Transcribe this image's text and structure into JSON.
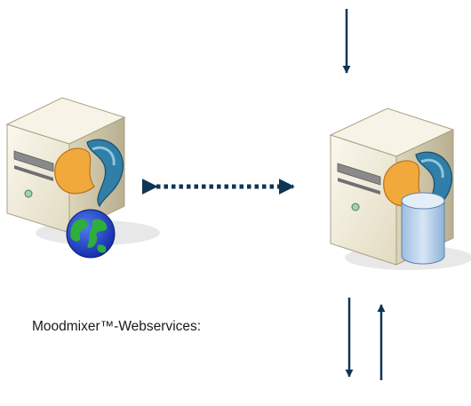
{
  "diagram": {
    "label_text": "Moodmixer™-Webservices:",
    "nodes": [
      {
        "id": "web-server",
        "icons": [
          "server-tower-icon",
          "application-logo-icon",
          "globe-icon"
        ]
      },
      {
        "id": "database-server",
        "icons": [
          "server-tower-icon",
          "application-logo-icon",
          "database-cylinder-icon"
        ]
      }
    ],
    "connections": [
      {
        "from": "web-server",
        "to": "database-server",
        "style": "dotted",
        "direction": "bidirectional"
      },
      {
        "from": "external",
        "to": "database-server",
        "style": "solid",
        "direction": "down"
      },
      {
        "from": "database-server",
        "to": "external",
        "style": "solid",
        "direction": "down"
      },
      {
        "from": "external",
        "to": "database-server",
        "style": "solid",
        "direction": "up"
      }
    ],
    "colors": {
      "arrow": "#0f3554",
      "server_body": "#f1ecd9",
      "server_side": "#c9c1a4",
      "logo_orange": "#f2a93b",
      "logo_blue": "#2f7fa8",
      "globe_blue": "#1d3fc7",
      "globe_green": "#2fae3a",
      "database": "#b9d3ec"
    }
  }
}
